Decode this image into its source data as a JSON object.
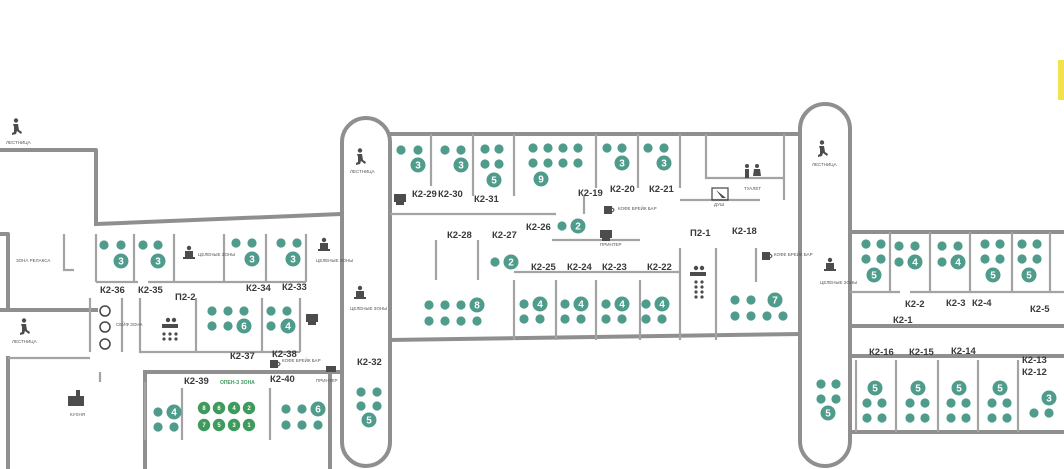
{
  "map": {
    "colors": {
      "wall": "#8f8f8f",
      "seat": "#4f9b8c",
      "seat_free": "#3e9a5d",
      "label": "#3a3a3a"
    },
    "rooms": [
      {
        "id": "k2-36",
        "label": "К2-36",
        "capacity": "3"
      },
      {
        "id": "k2-35",
        "label": "К2-35",
        "capacity": "3"
      },
      {
        "id": "k2-34",
        "label": "К2-34",
        "capacity": "3"
      },
      {
        "id": "k2-33",
        "label": "К2-33",
        "capacity": "3"
      },
      {
        "id": "p2-2",
        "label": "П2-2"
      },
      {
        "id": "k2-37",
        "label": "К2-37",
        "capacity": "6"
      },
      {
        "id": "k2-38",
        "label": "К2-38",
        "capacity": "4"
      },
      {
        "id": "k2-39",
        "label": "К2-39",
        "capacity": "4"
      },
      {
        "id": "k2-40",
        "label": "К2-40",
        "capacity": "6"
      },
      {
        "id": "k2-32",
        "label": "К2-32",
        "capacity": "5"
      },
      {
        "id": "k2-29",
        "label": "К2-29",
        "capacity": "3"
      },
      {
        "id": "k2-30",
        "label": "К2-30",
        "capacity": "3"
      },
      {
        "id": "k2-31",
        "label": "К2-31",
        "capacity": "5"
      },
      {
        "id": "k2-19",
        "label": "К2-19",
        "capacity": "9"
      },
      {
        "id": "k2-20",
        "label": "К2-20",
        "capacity": "3"
      },
      {
        "id": "k2-21",
        "label": "К2-21",
        "capacity": "3"
      },
      {
        "id": "k2-28",
        "label": "К2-28",
        "capacity": "8"
      },
      {
        "id": "k2-27",
        "label": "К2-27",
        "capacity": "2"
      },
      {
        "id": "k2-26",
        "label": "К2-26",
        "capacity": "2"
      },
      {
        "id": "k2-25",
        "label": "К2-25",
        "capacity": "4"
      },
      {
        "id": "k2-24",
        "label": "К2-24",
        "capacity": "4"
      },
      {
        "id": "k2-23",
        "label": "К2-23",
        "capacity": "4"
      },
      {
        "id": "k2-22",
        "label": "К2-22",
        "capacity": "4"
      },
      {
        "id": "p2-1",
        "label": "П2-1"
      },
      {
        "id": "k2-18",
        "label": "К2-18",
        "capacity": "7"
      },
      {
        "id": "k2-2",
        "label": "К2-2",
        "capacity": "4"
      },
      {
        "id": "k2-3",
        "label": "К2-3",
        "capacity": "4"
      },
      {
        "id": "k2-4",
        "label": "К2-4",
        "capacity": "5"
      },
      {
        "id": "k2-1",
        "label": "К2-1",
        "capacity": "5"
      },
      {
        "id": "k2-5",
        "label": "К2-5",
        "capacity": "5"
      },
      {
        "id": "k2-16",
        "label": "К2-16",
        "capacity": "5"
      },
      {
        "id": "k2-15",
        "label": "К2-15",
        "capacity": "5"
      },
      {
        "id": "k2-14",
        "label": "К2-14",
        "capacity": "5"
      },
      {
        "id": "k2-13",
        "label": "К2-13",
        "capacity": "5"
      },
      {
        "id": "k2-12",
        "label": "К2-12",
        "capacity": "3"
      },
      {
        "id": "k2-17",
        "capacity": "5"
      }
    ],
    "amenities": {
      "stairs": "ЛЕСТНИЦА",
      "kitchen": "КУХНЯ",
      "relax": "ЗОНА РЕЛАКСА",
      "safe": "СЕЙФ ЗОНА",
      "call": "ЦЕЛЕНЫЕ ЗОНЫ",
      "coffee": "КОФЕ БРЕЙК БАР",
      "printer": "ПРИНТЕР",
      "toilet": "ТУАЛЕТ",
      "shower": "ДУШ",
      "openspace": "ОПЕН-З ЗОНА"
    },
    "open_space": {
      "label": "ОПЕН-З ЗОНА",
      "seats": [
        "8",
        "6",
        "4",
        "2",
        "7",
        "5",
        "3",
        "1"
      ]
    }
  }
}
